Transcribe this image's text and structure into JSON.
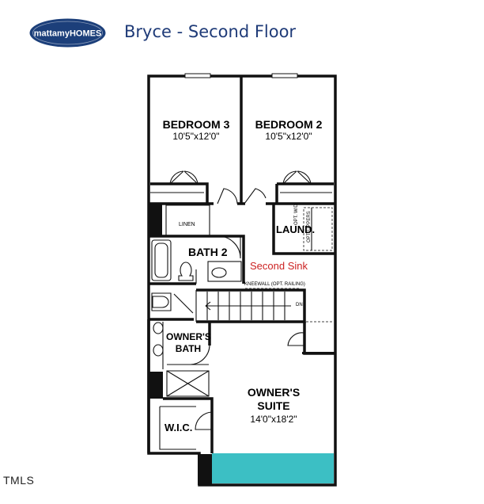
{
  "brand": {
    "logo_text": "mattamyHOMES",
    "logo_bg": "#1c3f7a"
  },
  "title": "Bryce - Second Floor",
  "rooms": {
    "bedroom3": {
      "name": "BEDROOM 3",
      "dim": "10'5\"x12'0\""
    },
    "bedroom2": {
      "name": "BEDROOM 2",
      "dim": "10'5\"x12'0\""
    },
    "linen": "LINEN",
    "laundry": "LAUND.",
    "opt_wd": "OPT. W/D",
    "opt_uppers": "OPT. UPPERS",
    "bath2": "BATH 2",
    "second_sink": "Second Sink",
    "kneewall": "KNEEWALL (OPT. RAILING)",
    "stair_dn": "DN",
    "owners_bath": {
      "line1": "OWNER'S",
      "line2": "BATH"
    },
    "owners_suite": {
      "line1": "OWNER'S",
      "line2": "SUITE",
      "dim": "14'0\"x18'2\""
    },
    "wic": "W.I.C."
  },
  "colors": {
    "highlight": "#3cbfc4",
    "note_red": "#cc2222",
    "title_blue": "#1f3b78"
  },
  "footer": "TMLS"
}
